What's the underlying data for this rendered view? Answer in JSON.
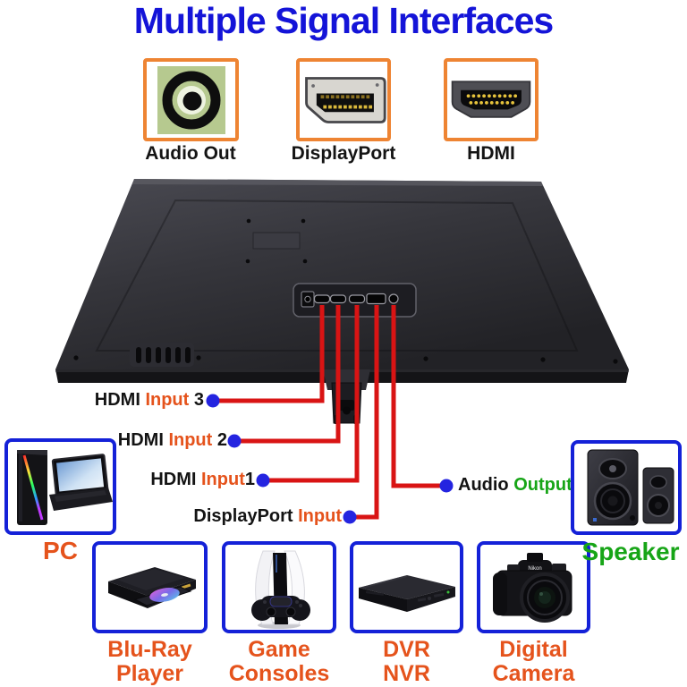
{
  "title": {
    "text": "Multiple Signal Interfaces"
  },
  "connectors": [
    {
      "name": "audio-out",
      "label": "Audio Out"
    },
    {
      "name": "displayport",
      "label": "DisplayPort"
    },
    {
      "name": "hdmi",
      "label": "HDMI"
    }
  ],
  "port_labels": {
    "hdmi3": {
      "t1": "HDMI ",
      "t2": "Input",
      "t3": " 3"
    },
    "hdmi2": {
      "t1": "HDMI ",
      "t2": "Input",
      "t3": " 2"
    },
    "hdmi1": {
      "t1": "HDMI ",
      "t2": "Input",
      "t3": "1"
    },
    "displayport": {
      "t1": "DisplayPort ",
      "t2": "Input"
    },
    "audio": {
      "t1": "Audio ",
      "t2": "Output"
    }
  },
  "devices": [
    {
      "name": "pc",
      "lines": [
        "PC"
      ]
    },
    {
      "name": "blu-ray-player",
      "lines": [
        "Blu-Ray",
        "Player"
      ]
    },
    {
      "name": "game-consoles",
      "lines": [
        "Game",
        "Consoles"
      ]
    },
    {
      "name": "dvr-nvr",
      "lines": [
        "DVR",
        "NVR"
      ]
    },
    {
      "name": "digital-camera",
      "lines": [
        "Digital",
        "Camera"
      ],
      "brand": "Nikon"
    },
    {
      "name": "speaker",
      "lines": [
        "Speaker"
      ]
    }
  ],
  "colors": {
    "title_blue": "#1414d8",
    "accent_orange_border": "#ee8433",
    "device_box_blue": "#1421d8",
    "line_red": "#d91414",
    "dot_blue": "#2424e0",
    "text_orange": "#e5531c",
    "text_green": "#17a517",
    "text_black": "#141414"
  }
}
